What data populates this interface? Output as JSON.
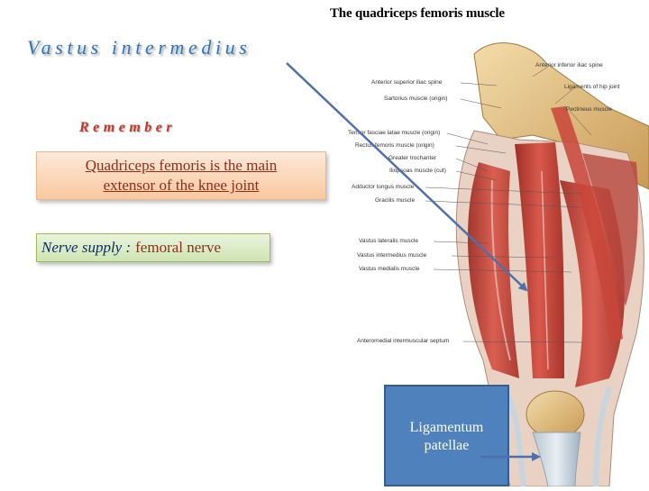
{
  "title": "The quadriceps femoris muscle",
  "heading": "Vastus intermedius",
  "remember": "Remember",
  "main_box": {
    "text": "Quadriceps femoris  is the main extensor of the knee joint"
  },
  "nerve_box": {
    "label": "Nerve supply :",
    "value": "femoral nerve"
  },
  "callout": {
    "text": "Ligamentum patellae"
  },
  "figure_labels": {
    "l1": "Anterior superior iliac spine",
    "l2": "Sartorius muscle (origin)",
    "l3": "Anterior inferior iliac spine",
    "l4": "Ligaments of hip joint",
    "l5": "Pectineus muscle",
    "l6": "Tensor fasciae latae muscle (origin)",
    "l7": "Rectus femoris muscle (origin)",
    "l8": "Greater trochanter",
    "l9": "Iliopsoas muscle (cut)",
    "l10": "Adductor longus muscle",
    "l11": "Gracilis muscle",
    "l12": "Vastus lateralis muscle",
    "l13": "Vastus intermedius muscle",
    "l14": "Vastus medialis muscle",
    "l15": "Anteromedial intermuscular septum"
  },
  "colors": {
    "heading": "#2e75b6",
    "remember": "#c0392b",
    "main_box_text": "#8b2e1c",
    "nerve_label": "#0c2b6b",
    "callout_bg": "#4f81bd",
    "arrow": "#4f6fa8",
    "muscle": "#c8453a"
  }
}
